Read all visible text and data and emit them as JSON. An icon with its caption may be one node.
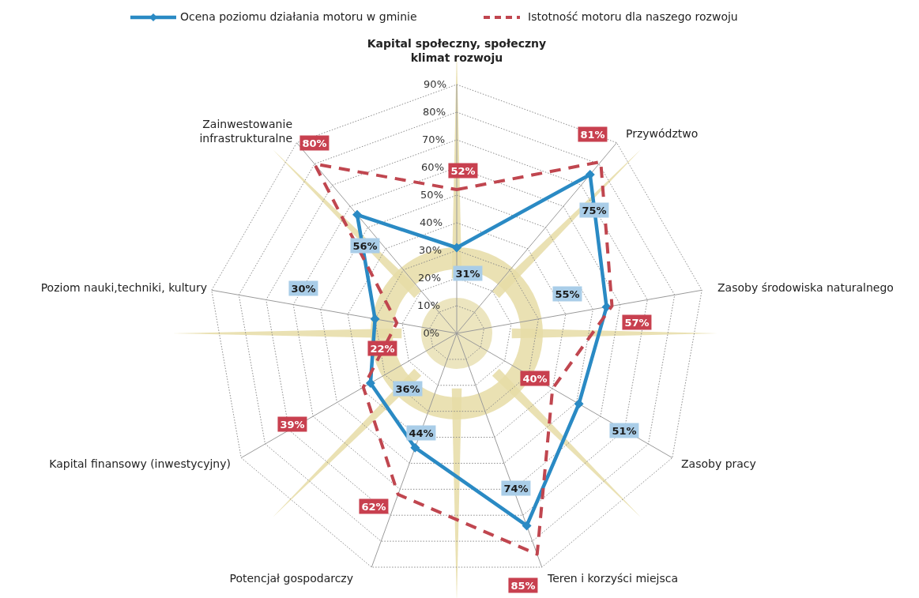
{
  "diagram": {
    "labels": [
      "Kapital społeczny, społeczny klimat rozwoju",
      "90%",
      "80%",
      "Zainwestowanie infrastrukturalne",
      "80%",
      "81%",
      "Przywództwo",
      "70%",
      "60%",
      "52%",
      "50%",
      "75%",
      "40%",
      "56%",
      "30%",
      "31%",
      "20%",
      "Poziom nauki,techniki, kultury",
      "30%",
      "Zasoby środowiska naturalnego",
      "55%",
      "10%",
      "57%",
      "0%",
      "22%",
      "40%",
      "36%",
      "39%",
      "51%",
      "Kapital finansowy (inwestycyjny)",
      "Zasoby pracy",
      "44%",
      "74%",
      "62%",
      "Potencjał gospodarczy",
      "Teren i korzyści miejsca",
      "85%"
    ],
    "legend": [
      {
        "text": "Ocena poziomu działania motoru w gminie"
      },
      {
        "text": "Istotność motoru dla naszego rozwoju"
      }
    ]
  }
}
